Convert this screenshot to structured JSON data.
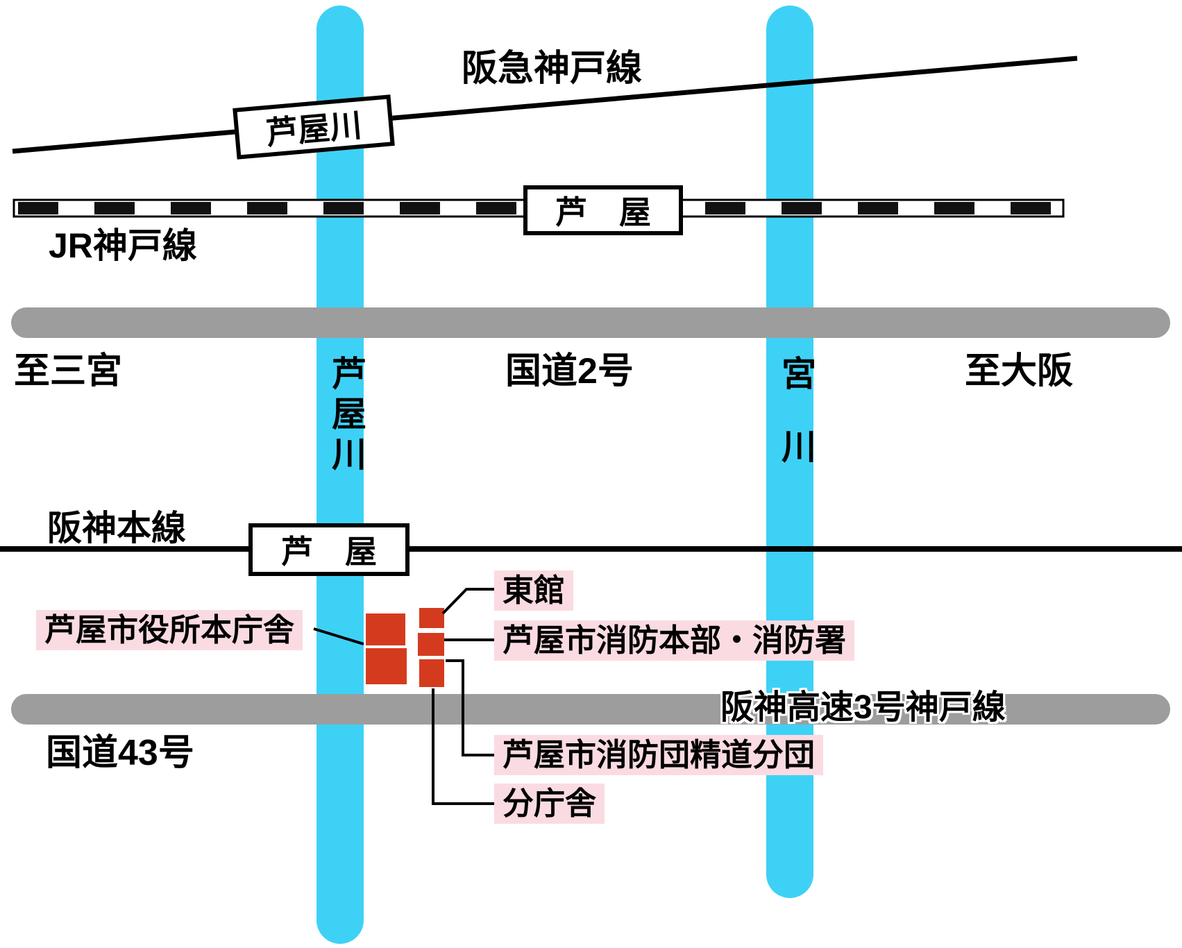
{
  "map": {
    "railways": {
      "hankyu_label": "阪急神戸線",
      "jr_label": "JR神戸線",
      "hanshin_label": "阪神本線",
      "jr_station": "芦　屋",
      "hanshin_station": "芦　屋"
    },
    "rivers": {
      "ashiya_river_box": "芦屋川",
      "ashiya_river_vertical": "芦屋川",
      "miya_river_vertical": "宮川"
    },
    "roads": {
      "route2": "国道2号",
      "route43": "国道43号",
      "expressway": "阪神高速3号神戸線",
      "to_sannomiya": "至三宮",
      "to_osaka": "至大阪"
    },
    "places": {
      "city_hall": "芦屋市役所本庁舎",
      "east_building": "東館",
      "fire_hq": "芦屋市消防本部・消防署",
      "fire_brigade": "芦屋市消防団精道分団",
      "annex": "分庁舎"
    },
    "colors": {
      "river": "#3ed1f6",
      "road_gray": "#9d9d9d",
      "building_red": "#d43b1e",
      "label_pink": "#fadbe2"
    }
  }
}
